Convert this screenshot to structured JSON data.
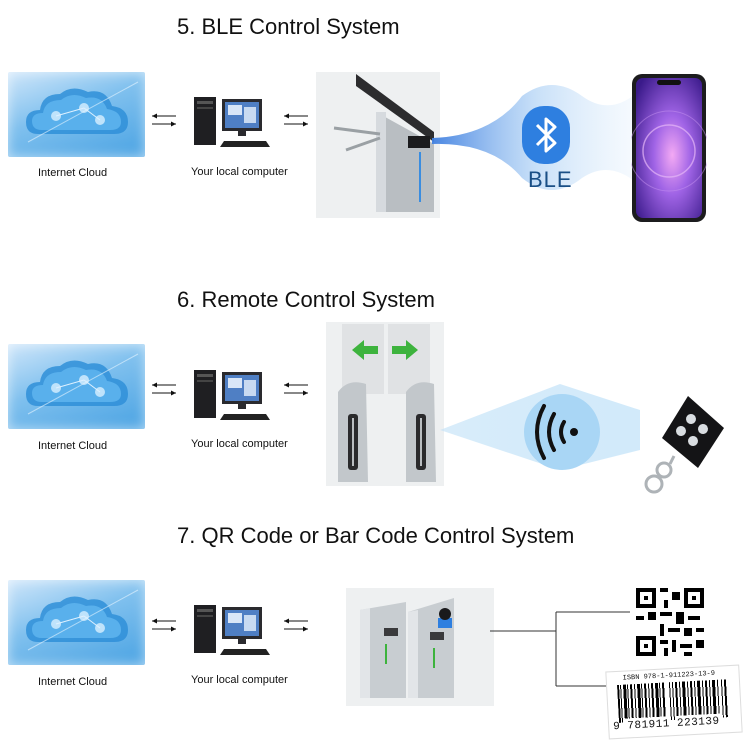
{
  "sections": [
    {
      "title": "5. BLE Control System",
      "cloud_caption": "Internet Cloud",
      "computer_caption": "Your local computer",
      "signal_label": "BLE"
    },
    {
      "title": "6. Remote Control System",
      "cloud_caption": "Internet Cloud",
      "computer_caption": "Your local computer"
    },
    {
      "title": "7. QR Code or Bar Code Control System",
      "cloud_caption": "Internet Cloud",
      "computer_caption": "Your local computer",
      "isbn_text": "ISBN 978-1-911223-13-9",
      "barcode_digits": "9 781911 223139"
    }
  ],
  "colors": {
    "accent_blue": "#2b6fd6",
    "cloud_blue": "#4aa3e3",
    "arrow_green": "#3db33d",
    "phone_purple": "#7a3fd1"
  },
  "icons": [
    "cloud-icon",
    "computer-icon",
    "bluetooth-icon",
    "wireless-signal-icon",
    "remote-key-fob-icon",
    "qr-code-icon",
    "barcode-icon"
  ]
}
